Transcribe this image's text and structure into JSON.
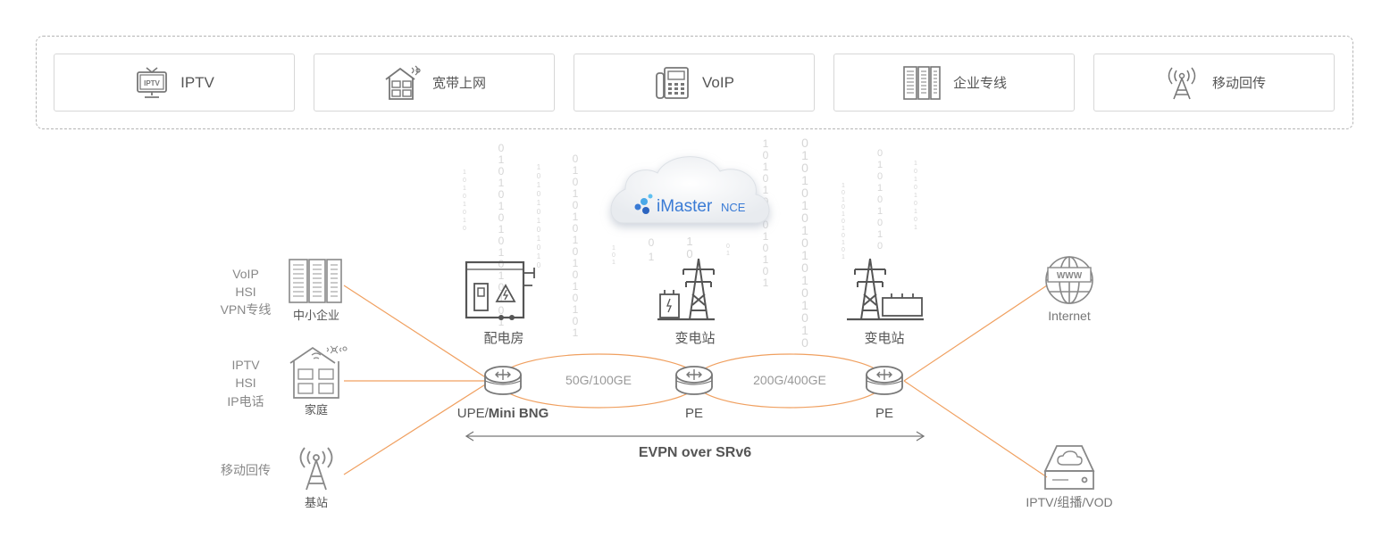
{
  "services": [
    {
      "label": "IPTV",
      "icon": "tv-icon"
    },
    {
      "label": "宽带上网",
      "icon": "smart-home-icon"
    },
    {
      "label": "VoIP",
      "icon": "phone-icon"
    },
    {
      "label": "企业专线",
      "icon": "enterprise-building-icon"
    },
    {
      "label": "移动回传",
      "icon": "antenna-tower-icon"
    }
  ],
  "cloud": {
    "brand": "iMaster",
    "suffix": "NCE"
  },
  "left_sites": [
    {
      "services": [
        "VoIP",
        "HSI",
        "VPN专线"
      ],
      "label": "中小企业"
    },
    {
      "services": [
        "IPTV",
        "HSI",
        "IP电话"
      ],
      "label": "家庭"
    },
    {
      "services": [
        "移动回传"
      ],
      "label": "基站"
    }
  ],
  "facilities": [
    {
      "label": "配电房"
    },
    {
      "label": "变电站"
    },
    {
      "label": "变电站"
    }
  ],
  "routers": [
    {
      "label_normal": "UPE/",
      "label_bold": "Mini BNG"
    },
    {
      "label_normal": "PE",
      "label_bold": ""
    },
    {
      "label_normal": "PE",
      "label_bold": ""
    }
  ],
  "links": [
    "50G/100GE",
    "200G/400GE"
  ],
  "span_label": "EVPN over SRv6",
  "right_sites": [
    {
      "label": "Internet"
    },
    {
      "label": "IPTV/组播/VOD"
    }
  ],
  "colors": {
    "link": "#f0a060",
    "icon": "#777777",
    "text": "#666666",
    "brand": "#3a7bd5"
  }
}
